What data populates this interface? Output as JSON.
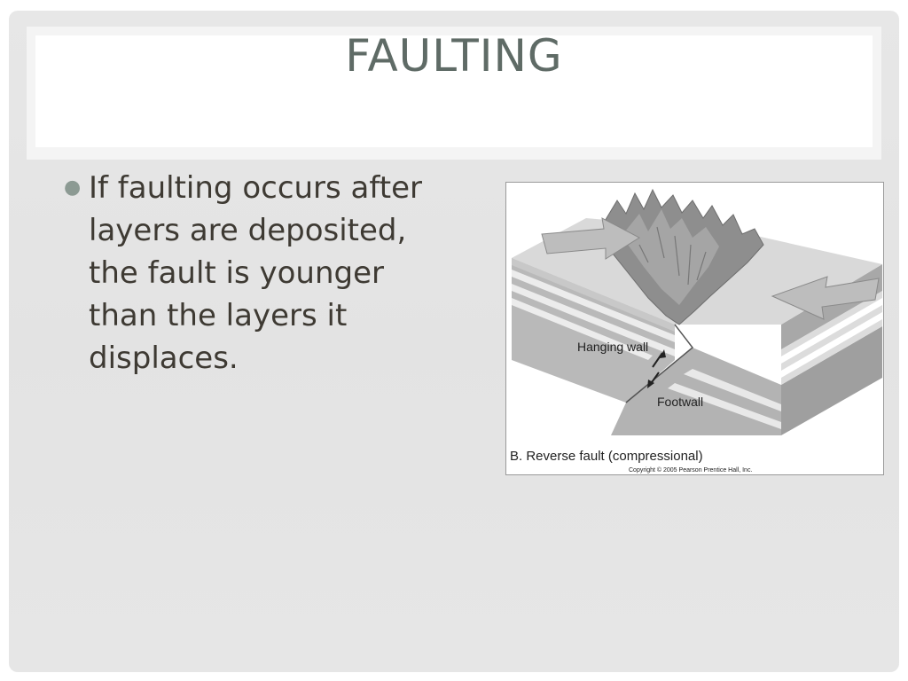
{
  "slide": {
    "title": "FAULTING",
    "bullets": [
      "If faulting occurs after layers are deposited, the fault is younger than the layers it displaces."
    ]
  },
  "figure": {
    "labels": {
      "hanging_wall": "Hanging wall",
      "footwall": "Footwall",
      "caption": "B. Reverse fault (compressional)",
      "copyright": "Copyright © 2005 Pearson Prentice Hall, Inc."
    }
  },
  "colors": {
    "title": "#5f6b66",
    "body_text": "#3e3a33",
    "bullet": "#8c9a93",
    "slide_bg": "#e5e5e5"
  }
}
